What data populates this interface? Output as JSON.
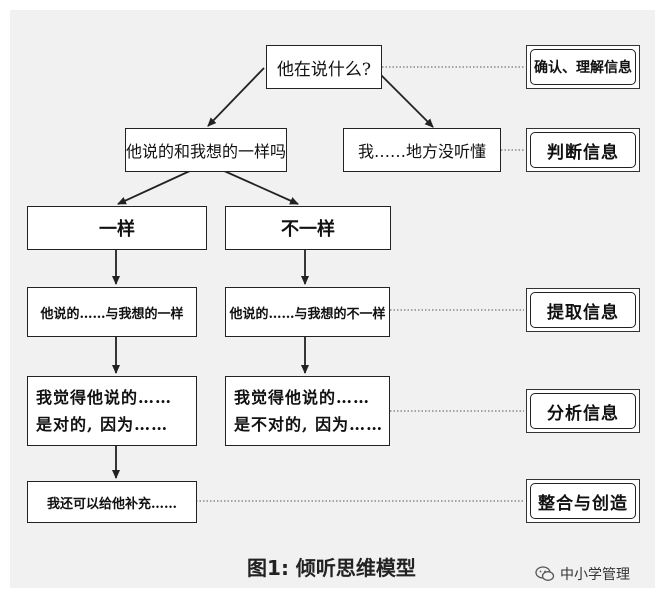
{
  "top_question": "他在说什么?",
  "compare": "他说的和我想的一样吗",
  "not_understood": "我……地方没听懂",
  "same": "一样",
  "different": "不一样",
  "extract_same": "他说的……与我想的一样",
  "extract_diff": "他说的……与我想的不一样",
  "analyze_same": "我觉得他说的……\n是对的, 因为……",
  "analyze_diff": "我觉得他说的……\n是不对的, 因为……",
  "supplement": "我还可以给他补充……",
  "stages": [
    "确认、理解信息",
    "判断信息",
    "提取信息",
    "分析信息",
    "整合与创造"
  ],
  "caption": "图1: 倾听思维模型",
  "watermark": "中小学管理",
  "watermark_icon": "wechat-icon"
}
